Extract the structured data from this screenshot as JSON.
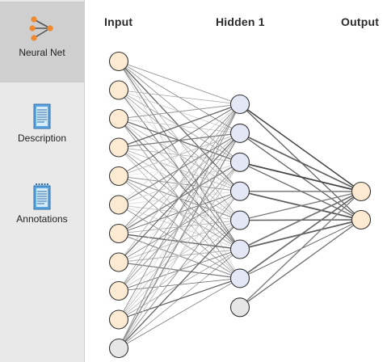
{
  "sidebar": {
    "items": [
      {
        "label": "Neural Net",
        "icon": "neural-net-icon",
        "selected": true
      },
      {
        "label": "Description",
        "icon": "document-icon",
        "selected": false
      },
      {
        "label": "Annotations",
        "icon": "annotation-document-icon",
        "selected": false
      }
    ]
  },
  "network": {
    "layers": [
      {
        "title": "Input",
        "neurons": 10,
        "bias_neurons": 1
      },
      {
        "title": "Hidden 1",
        "neurons": 7,
        "bias_neurons": 1
      },
      {
        "title": "Output",
        "neurons": 2,
        "bias_neurons": 0
      }
    ],
    "colors": {
      "input_neuron": "#fcebd2",
      "hidden_neuron": "#e4e8f6",
      "output_neuron": "#fcebd2",
      "bias_neuron": "#e6e6e6",
      "neuron_stroke": "#333333",
      "sidebar_selected": "#cfcfcf",
      "icon_orange": "#f0892c"
    }
  }
}
